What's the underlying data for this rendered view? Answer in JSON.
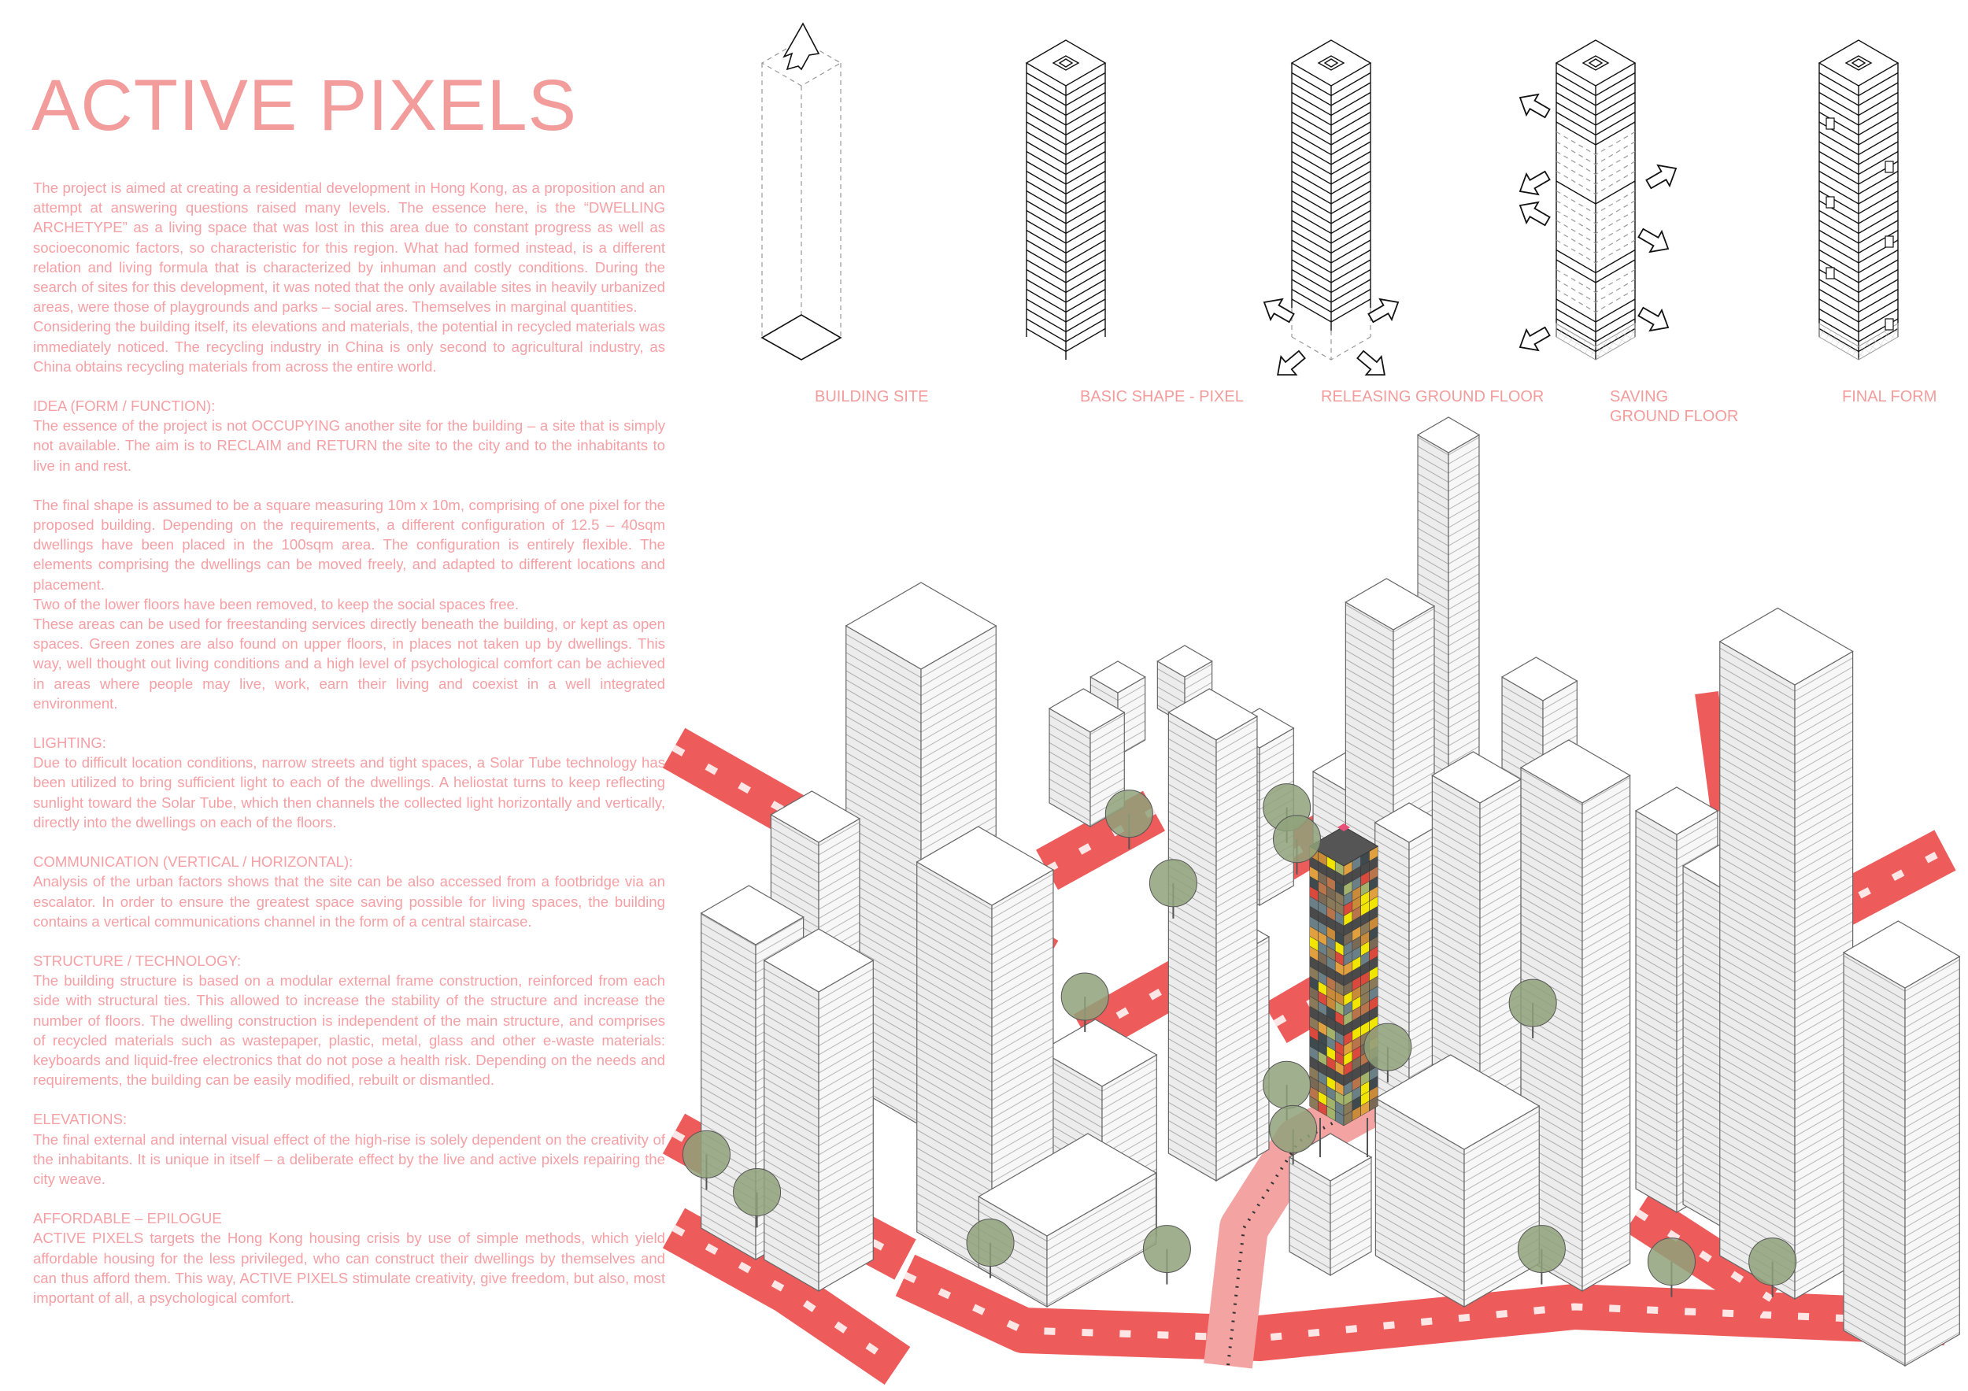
{
  "title": "ACTIVE PIXELS",
  "blocks": [
    {
      "heading": null,
      "paragraphs": [
        "The project is aimed at creating a residential development in Hong Kong, as a proposition and an attempt at answering questions raised many levels. The essence here, is the “DWELLING ARCHETYPE” as a living space that was lost in this area due to constant progress as well as socioeconomic factors, so characteristic for this region. What had formed instead, is a different relation and living formula that is characterized by inhuman and costly conditions. During the search of sites for this development, it was noted that the only available sites in heavily urbanized areas, were those of playgrounds and parks – social ares. Themselves in marginal quantities.",
        "Considering the building itself, its elevations and materials, the potential in recycled materials was immediately noticed. The recycling industry in China is only second to agricultural industry, as China obtains recycling materials from across the entire world."
      ]
    },
    {
      "heading": "IDEA (FORM / FUNCTION):",
      "paragraphs": [
        "The essence of the project is not OCCUPYING another site for the building – a site that is simply not available. The aim is to RECLAIM and RETURN the site to the city and to the inhabitants to live in and rest."
      ]
    },
    {
      "heading": null,
      "paragraphs": [
        "The final shape is assumed to be a square measuring 10m x 10m, comprising of one pixel for the proposed building. Depending on the requirements, a different configuration of 12.5 – 40sqm dwellings have been placed in the 100sqm area. The configuration is entirely flexible. The elements comprising the dwellings can be moved freely, and adapted to different locations and placement.",
        "Two of the lower floors have been removed, to keep the social spaces free.",
        "These areas can be used for freestanding services directly beneath the building, or kept as open spaces. Green zones are also found on upper floors, in places not taken up by dwellings. This way, well thought out living conditions and a high level of psychological comfort can be achieved in areas where people may live, work, earn their living and coexist in a well integrated environment."
      ]
    },
    {
      "heading": "LIGHTING:",
      "paragraphs": [
        "Due to difficult location conditions, narrow streets and tight spaces, a Solar Tube technology has been utilized to bring sufficient light to each of the dwellings. A heliostat turns to keep reflecting sunlight toward the Solar Tube, which then channels the collected light horizontally and vertically, directly into the dwellings on each of the floors."
      ]
    },
    {
      "heading": "COMMUNICATION (VERTICAL / HORIZONTAL):",
      "paragraphs": [
        "Analysis of the urban factors shows that the site can be also accessed from a footbridge via an escalator. In order to ensure the greatest space saving possible for living spaces, the building contains a vertical communications channel in the form of a central staircase."
      ]
    },
    {
      "heading": "STRUCTURE / TECHNOLOGY:",
      "paragraphs": [
        "The building structure is based on a modular external frame construction, reinforced from each side with structural ties. This allowed to increase the stability of the structure and increase the number of floors. The dwelling construction is independent of the main structure, and comprises of recycled materials such as wastepaper, plastic, metal, glass and other e-waste materials: keyboards and liquid-free electronics that do not pose a health risk. Depending on the needs and requirements, the building can be easily modified, rebuilt or dismantled."
      ]
    },
    {
      "heading": "ELEVATIONS:",
      "paragraphs": [
        "The final external and internal visual effect of the high-rise is solely dependent on the creativity of the inhabitants. It is unique in itself – a deliberate effect by the live and active pixels repairing the city weave."
      ]
    },
    {
      "heading": "AFFORDABLE – EPILOGUE",
      "paragraphs": [
        "ACTIVE PIXELS targets the Hong Kong housing crisis by use of simple methods, which yield affordable housing for the less privileged, who can construct their dwellings by themselves and can thus afford them. This way, ACTIVE PIXELS stimulate creativity, give freedom, but also, most important of all, a psychological comfort."
      ]
    }
  ],
  "diagram_labels": {
    "building_site": "BUILDING SITE",
    "basic_shape": "BASIC SHAPE - PIXEL",
    "releasing": "RELEASING GROUND FLOOR",
    "saving_line1": "SAVING",
    "saving_line2": "GROUND FLOOR",
    "final_form": "FINAL FORM"
  },
  "colors": {
    "text_pink": "#f5a0a5",
    "road_red": "#ee5b5b",
    "footbridge_pink": "#f4a3a3",
    "tree_green": "#8fa27a"
  }
}
